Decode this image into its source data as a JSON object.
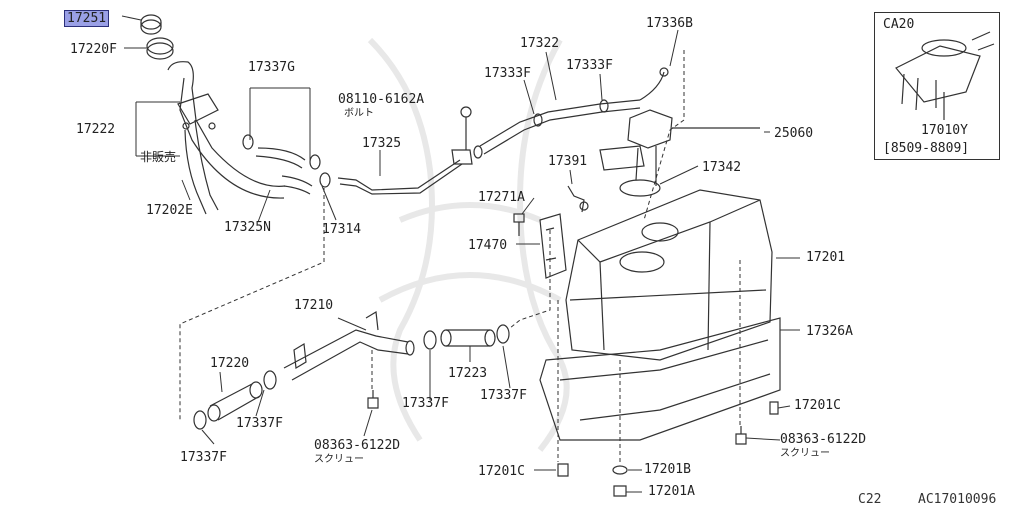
{
  "colors": {
    "line": "#333333",
    "highlight": "#9aa0e6",
    "watermark": "#e6e6e6"
  },
  "labels": {
    "p17251": "17251",
    "p17220F": "17220F",
    "p17222": "17222",
    "not_sold": "非販売",
    "p17202E": "17202E",
    "p17337G": "17337G",
    "p17325N": "17325N",
    "p17314": "17314",
    "bolt_pn": "08110-6162A",
    "bolt_name": "ボルト",
    "p17325": "17325",
    "p17322": "17322",
    "p17333F_a": "17333F",
    "p17333F_b": "17333F",
    "p17336B": "17336B",
    "p25060": "25060",
    "p17391": "17391",
    "p17342": "17342",
    "p17271A": "17271A",
    "p17470": "17470",
    "p17201": "17201",
    "p17326A": "17326A",
    "p17210": "17210",
    "p17220": "17220",
    "p17223": "17223",
    "p17337F_1": "17337F",
    "p17337F_2": "17337F",
    "p17337F_3": "17337F",
    "p17337F_4": "17337F",
    "screw1_pn": "08363-6122D",
    "screw1_name": "スクリュー",
    "screw2_pn": "08363-6122D",
    "screw2_name": "スクリュー",
    "p17201C_a": "17201C",
    "p17201C_b": "17201C",
    "p17201B": "17201B",
    "p17201A": "17201A"
  },
  "inset": {
    "title": "CA20",
    "part": "17010Y",
    "range": "[8509-8809]"
  },
  "footer": {
    "model": "C22",
    "ref": "AC17010096"
  }
}
